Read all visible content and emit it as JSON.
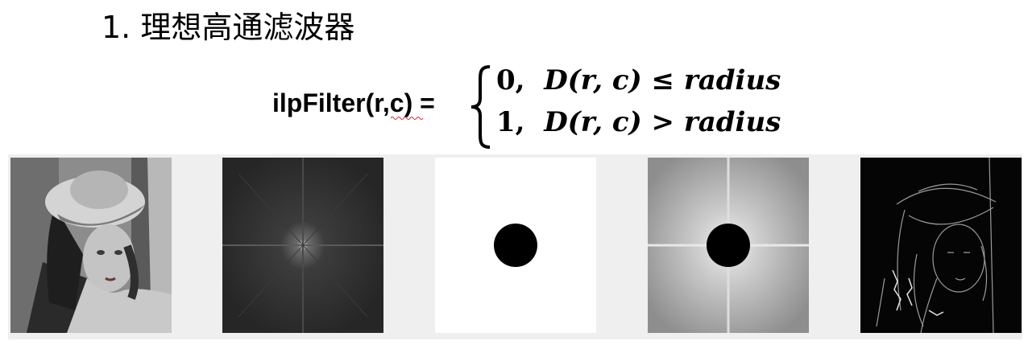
{
  "title": "1. 理想高通滤波器",
  "formula": {
    "lhs": "ilpFilter(r,c) =",
    "case1": {
      "value": "0,",
      "condition": "D(r, c) ≤ radius"
    },
    "case2": {
      "value": "1,",
      "condition": "D(r, c) > radius"
    }
  },
  "figures": [
    {
      "name": "original image"
    },
    {
      "name": "fourier spectrum"
    },
    {
      "name": "ideal high-pass filter mask"
    },
    {
      "name": "filtered spectrum"
    },
    {
      "name": "high-pass filtered result"
    }
  ]
}
